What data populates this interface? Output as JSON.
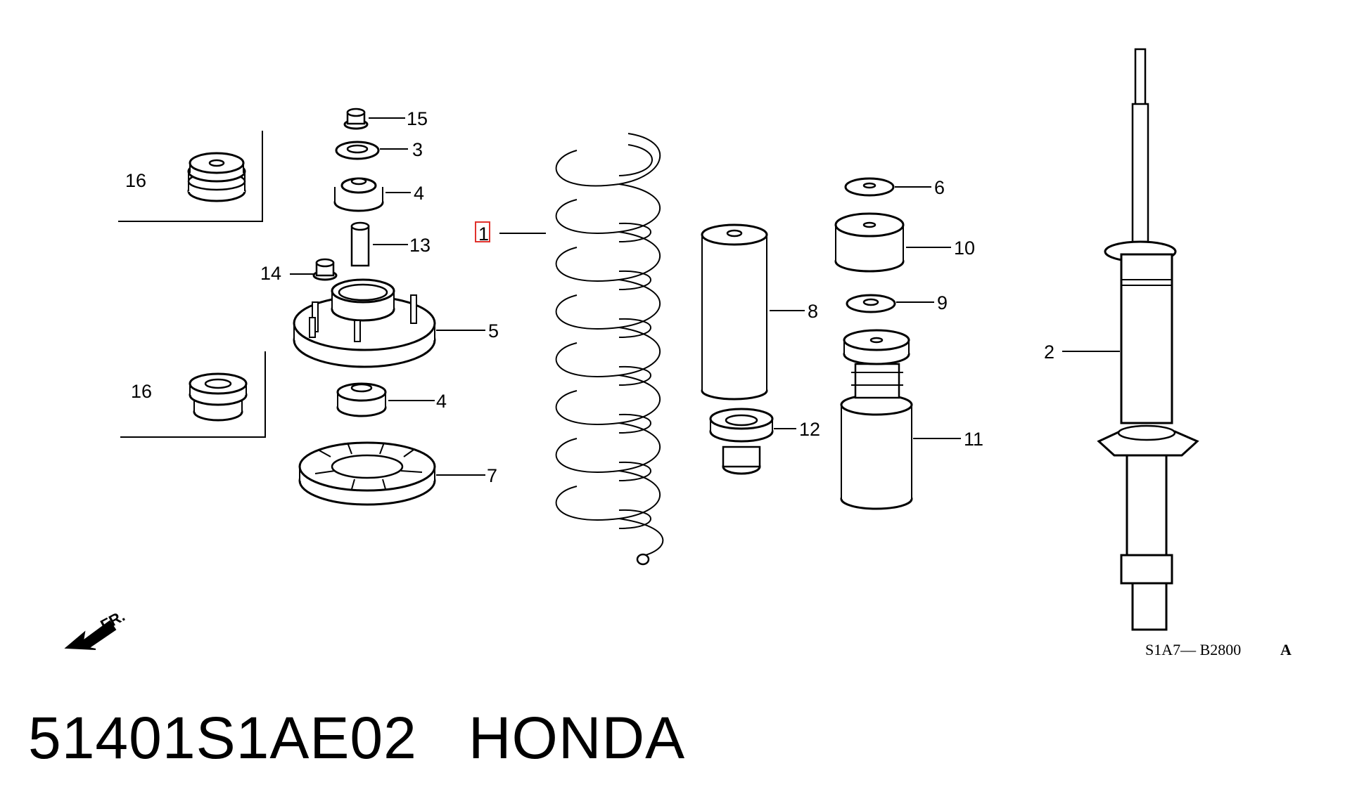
{
  "footer": {
    "part_number_line": "51401S1AE02   HONDA"
  },
  "diagram": {
    "code": "S1A7— B2800",
    "code_suffix": "A",
    "direction_label": "FR.",
    "highlighted_callout": "1",
    "highlight_color": "#e0312c",
    "callouts": {
      "c1": "1",
      "c2": "2",
      "c3": "3",
      "c4a": "4",
      "c4b": "4",
      "c5": "5",
      "c6": "6",
      "c7": "7",
      "c8": "8",
      "c9": "9",
      "c10": "10",
      "c11": "11",
      "c12": "12",
      "c13": "13",
      "c14": "14",
      "c15": "15",
      "c16a": "16",
      "c16b": "16"
    }
  }
}
